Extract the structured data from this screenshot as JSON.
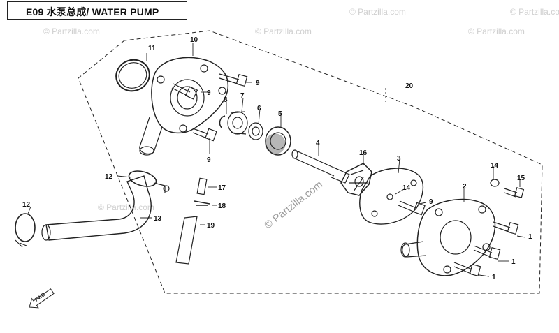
{
  "title": "E09 水泵总成/ WATER PUMP",
  "watermark": "© Partzilla.com",
  "watermark_center": "© Partzilla.com",
  "fwd_label": "FWD",
  "colors": {
    "line": "#222222",
    "watermark": "#c8c8c8",
    "background": "#ffffff"
  },
  "callouts": {
    "c1a": "1",
    "c1b": "1",
    "c1c": "1",
    "c2": "2",
    "c3": "3",
    "c4": "4",
    "c5": "5",
    "c6": "6",
    "c7": "7",
    "c8": "8",
    "c9a": "9",
    "c9b": "9",
    "c9c": "9",
    "c9d": "9",
    "c10": "10",
    "c11": "11",
    "c12a": "12",
    "c12b": "12",
    "c13": "13",
    "c14a": "14",
    "c14b": "14",
    "c15": "15",
    "c16": "16",
    "c17": "17",
    "c18": "18",
    "c19": "19",
    "c20": "20"
  }
}
